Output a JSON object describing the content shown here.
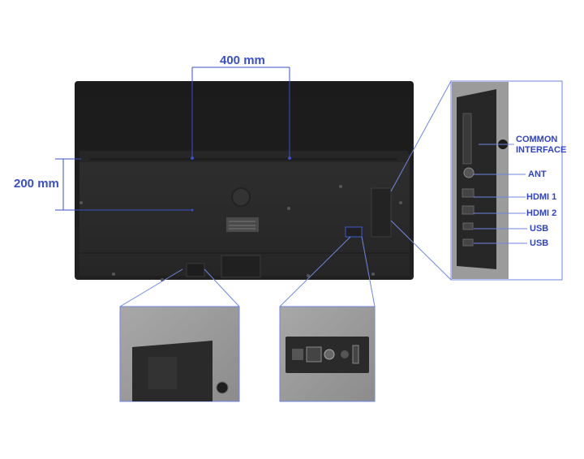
{
  "dimensions": {
    "width_label": "400 mm",
    "height_label": "200 mm"
  },
  "ports": {
    "common_interface_line1": "COMMON",
    "common_interface_line2": "INTERFACE",
    "ant": "ANT",
    "hdmi1": "HDMI 1",
    "hdmi2": "HDMI 2",
    "usb1": "USB",
    "usb2": "USB"
  },
  "colors": {
    "accent": "#3a4fc9",
    "tv_top": "#1f1f1f",
    "tv_bottom": "#2b2b2b"
  }
}
